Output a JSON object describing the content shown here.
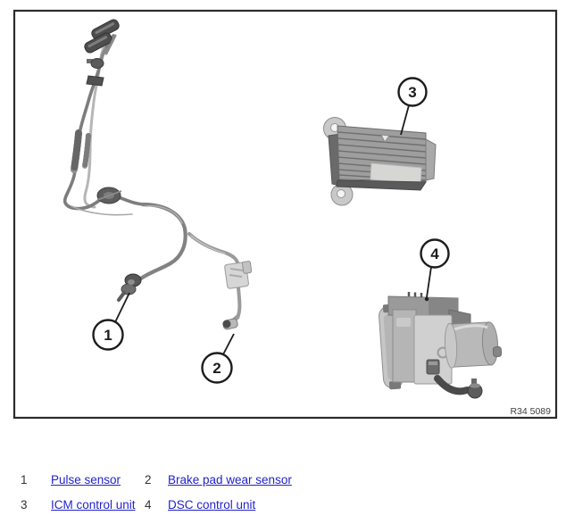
{
  "figure": {
    "ref": "R34 5089",
    "callouts": [
      {
        "num": "1"
      },
      {
        "num": "2"
      },
      {
        "num": "3"
      },
      {
        "num": "4"
      }
    ]
  },
  "legend": {
    "items": [
      {
        "num": "1",
        "label": "Pulse sensor"
      },
      {
        "num": "2",
        "label": "Brake pad wear sensor"
      },
      {
        "num": "3",
        "label": "ICM control unit"
      },
      {
        "num": "4",
        "label": "DSC control unit"
      }
    ]
  },
  "colors": {
    "link": "#2323cc",
    "frame-border": "#2b2b2b",
    "legend-number": "#333333",
    "figure-ref": "#3f3f3f"
  }
}
